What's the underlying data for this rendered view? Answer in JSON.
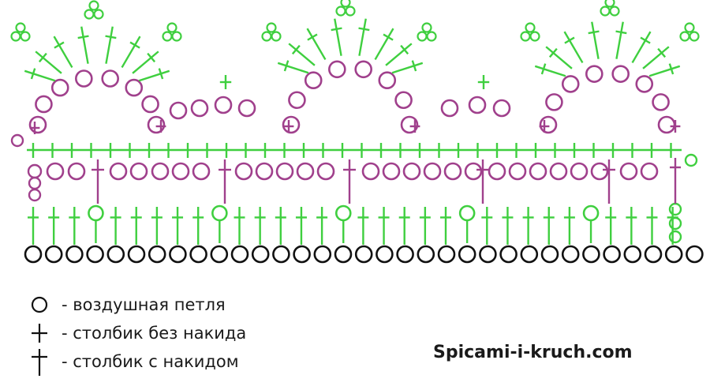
{
  "legend": [
    {
      "symbol": "chain-stitch",
      "text": "- воздушная петля"
    },
    {
      "symbol": "single-crochet",
      "text": "- столбик без накида"
    },
    {
      "symbol": "double-crochet",
      "text": "- столбик с накидом"
    }
  ],
  "watermark": "Spicami-i-kruch.com",
  "colors": {
    "green": "#3fcf3f",
    "purple": "#a0408c",
    "black": "#111111"
  },
  "pattern": {
    "foundation_chain_count": 33,
    "repeats": 3,
    "row_order": [
      "chain",
      "double-crochet",
      "chain-and-double",
      "single-crochet",
      "arch-scallop",
      "fan-with-picots"
    ]
  }
}
